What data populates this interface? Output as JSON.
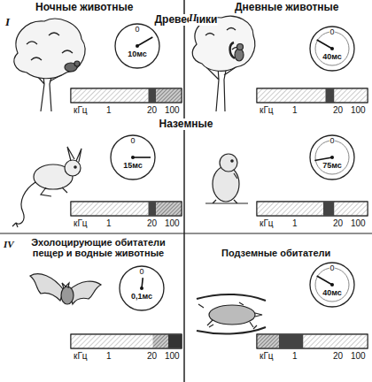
{
  "diagram": {
    "nodes": [
      {
        "text": [
          "0",
          "10мс"
        ]
      },
      {
        "text": [
          "0",
          "40мс"
        ]
      },
      {
        "text": [
          "0",
          "15мс"
        ]
      },
      {
        "text": [
          "0",
          "75мс"
        ]
      },
      {
        "text": [
          "0",
          "0,1мс"
        ]
      },
      {
        "text": [
          "0",
          "40мс"
        ]
      }
    ],
    "labels": [
      "I",
      "Ночные животные",
      "Древесники",
      "II",
      "Дневные животные",
      "кГц",
      "1",
      "20",
      "100",
      "кГц",
      "1",
      "20",
      "100",
      "Наземные",
      "кГц",
      "1",
      "20",
      "100",
      "кГц",
      "1",
      "20",
      "100",
      "IV",
      "Эхолоцирующие обитатели пещер и водные животные",
      "Подземные обитатели",
      "кГц",
      "1",
      "20",
      "100",
      "кГц",
      "1",
      "20",
      "100"
    ]
  }
}
